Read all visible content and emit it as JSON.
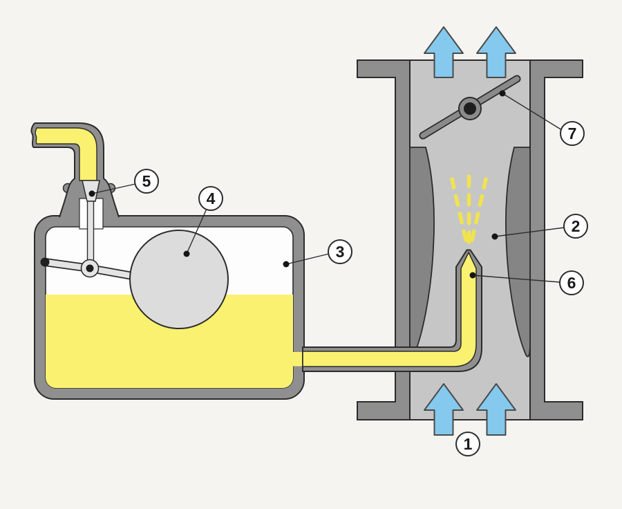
{
  "diagram": {
    "kind": "technical cross-section diagram",
    "visible_text": [
      "1",
      "2",
      "3",
      "4",
      "5",
      "6",
      "7"
    ]
  },
  "callouts": [
    {
      "label": "1"
    },
    {
      "label": "2"
    },
    {
      "label": "3"
    },
    {
      "label": "4"
    },
    {
      "label": "5"
    },
    {
      "label": "6"
    },
    {
      "label": "7"
    }
  ],
  "colors": {
    "bg": "#f5f4f1",
    "wall": "#8f8f8f",
    "vint": "#c6c6c6",
    "constr": "#858585",
    "fuel": "#faf171",
    "spray": "#f1e34d",
    "air": "#85c9ee",
    "line": "#2b2b2b",
    "float": "#dcdcdc",
    "lever": "#e4e4e4",
    "rod": "#8a8a8a",
    "cint": "#fdfdfd"
  }
}
